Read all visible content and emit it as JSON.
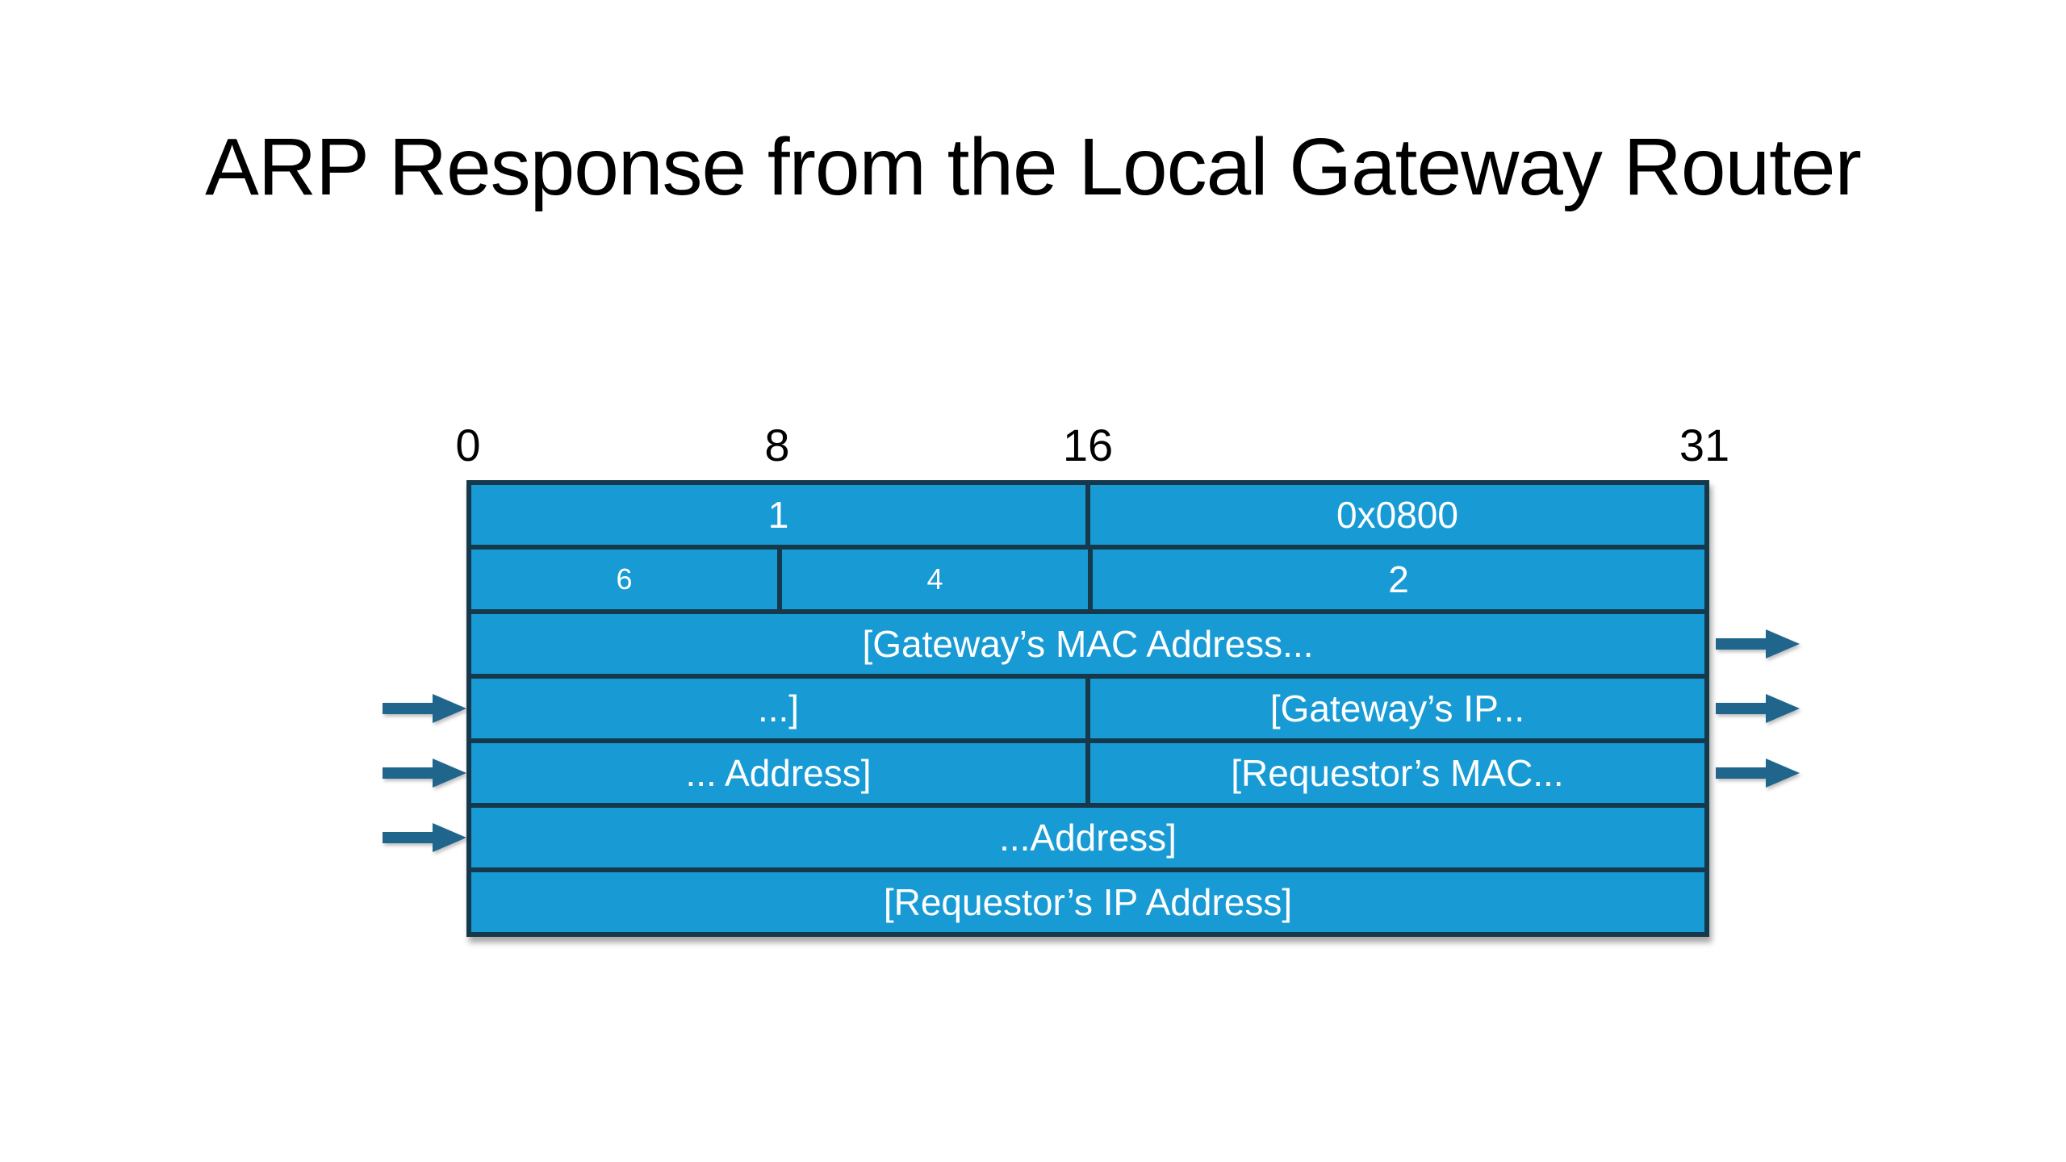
{
  "slide": {
    "title": "ARP Response from the Local Gateway Router"
  },
  "bit_ruler": {
    "labels": [
      "0",
      "8",
      "16",
      "31"
    ]
  },
  "packet_table": {
    "rows": [
      {
        "cells": [
          {
            "text": "1",
            "bits": "0-15"
          },
          {
            "text": "0x0800",
            "bits": "16-31"
          }
        ]
      },
      {
        "cells": [
          {
            "text": "6",
            "bits": "0-7"
          },
          {
            "text": "4",
            "bits": "8-15"
          },
          {
            "text": "2",
            "bits": "16-31"
          }
        ]
      },
      {
        "cells": [
          {
            "text": "[Gateway’s MAC Address...",
            "bits": "0-31"
          }
        ]
      },
      {
        "cells": [
          {
            "text": "...]",
            "bits": "0-15"
          },
          {
            "text": "[Gateway’s IP...",
            "bits": "16-31"
          }
        ]
      },
      {
        "cells": [
          {
            "text": "... Address]",
            "bits": "0-15"
          },
          {
            "text": "[Requestor’s MAC...",
            "bits": "16-31"
          }
        ]
      },
      {
        "cells": [
          {
            "text": "...Address]",
            "bits": "0-31"
          }
        ]
      },
      {
        "cells": [
          {
            "text": "[Requestor’s IP Address]",
            "bits": "0-31"
          }
        ]
      }
    ]
  },
  "arrows": {
    "direction": "right",
    "right_side_rows": [
      3,
      4,
      5
    ],
    "left_side_rows": [
      4,
      5,
      6
    ]
  },
  "colors": {
    "cell_fill": "#189BD5",
    "border": "#16384B",
    "arrow": "#20668C",
    "cell_text": "#FFFFFF",
    "label_text": "#000000",
    "bg": "#FFFFFF"
  }
}
